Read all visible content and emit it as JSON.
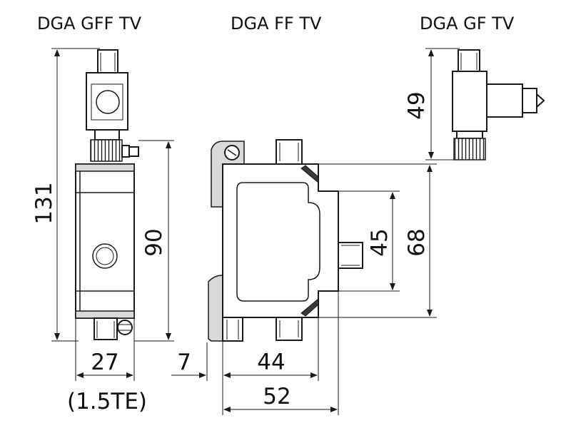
{
  "titles": {
    "left": "DGA GFF TV",
    "middle": "DGA FF TV",
    "right": "DGA GF TV"
  },
  "dimensions": {
    "height_overall": "131",
    "height_body": "90",
    "width_left": "27",
    "width_left_note": "(1.5TE)",
    "rail_offset": "7",
    "width_inner": "44",
    "width_total": "52",
    "height_gf": "49",
    "height_inner": "45",
    "height_outer": "68"
  }
}
